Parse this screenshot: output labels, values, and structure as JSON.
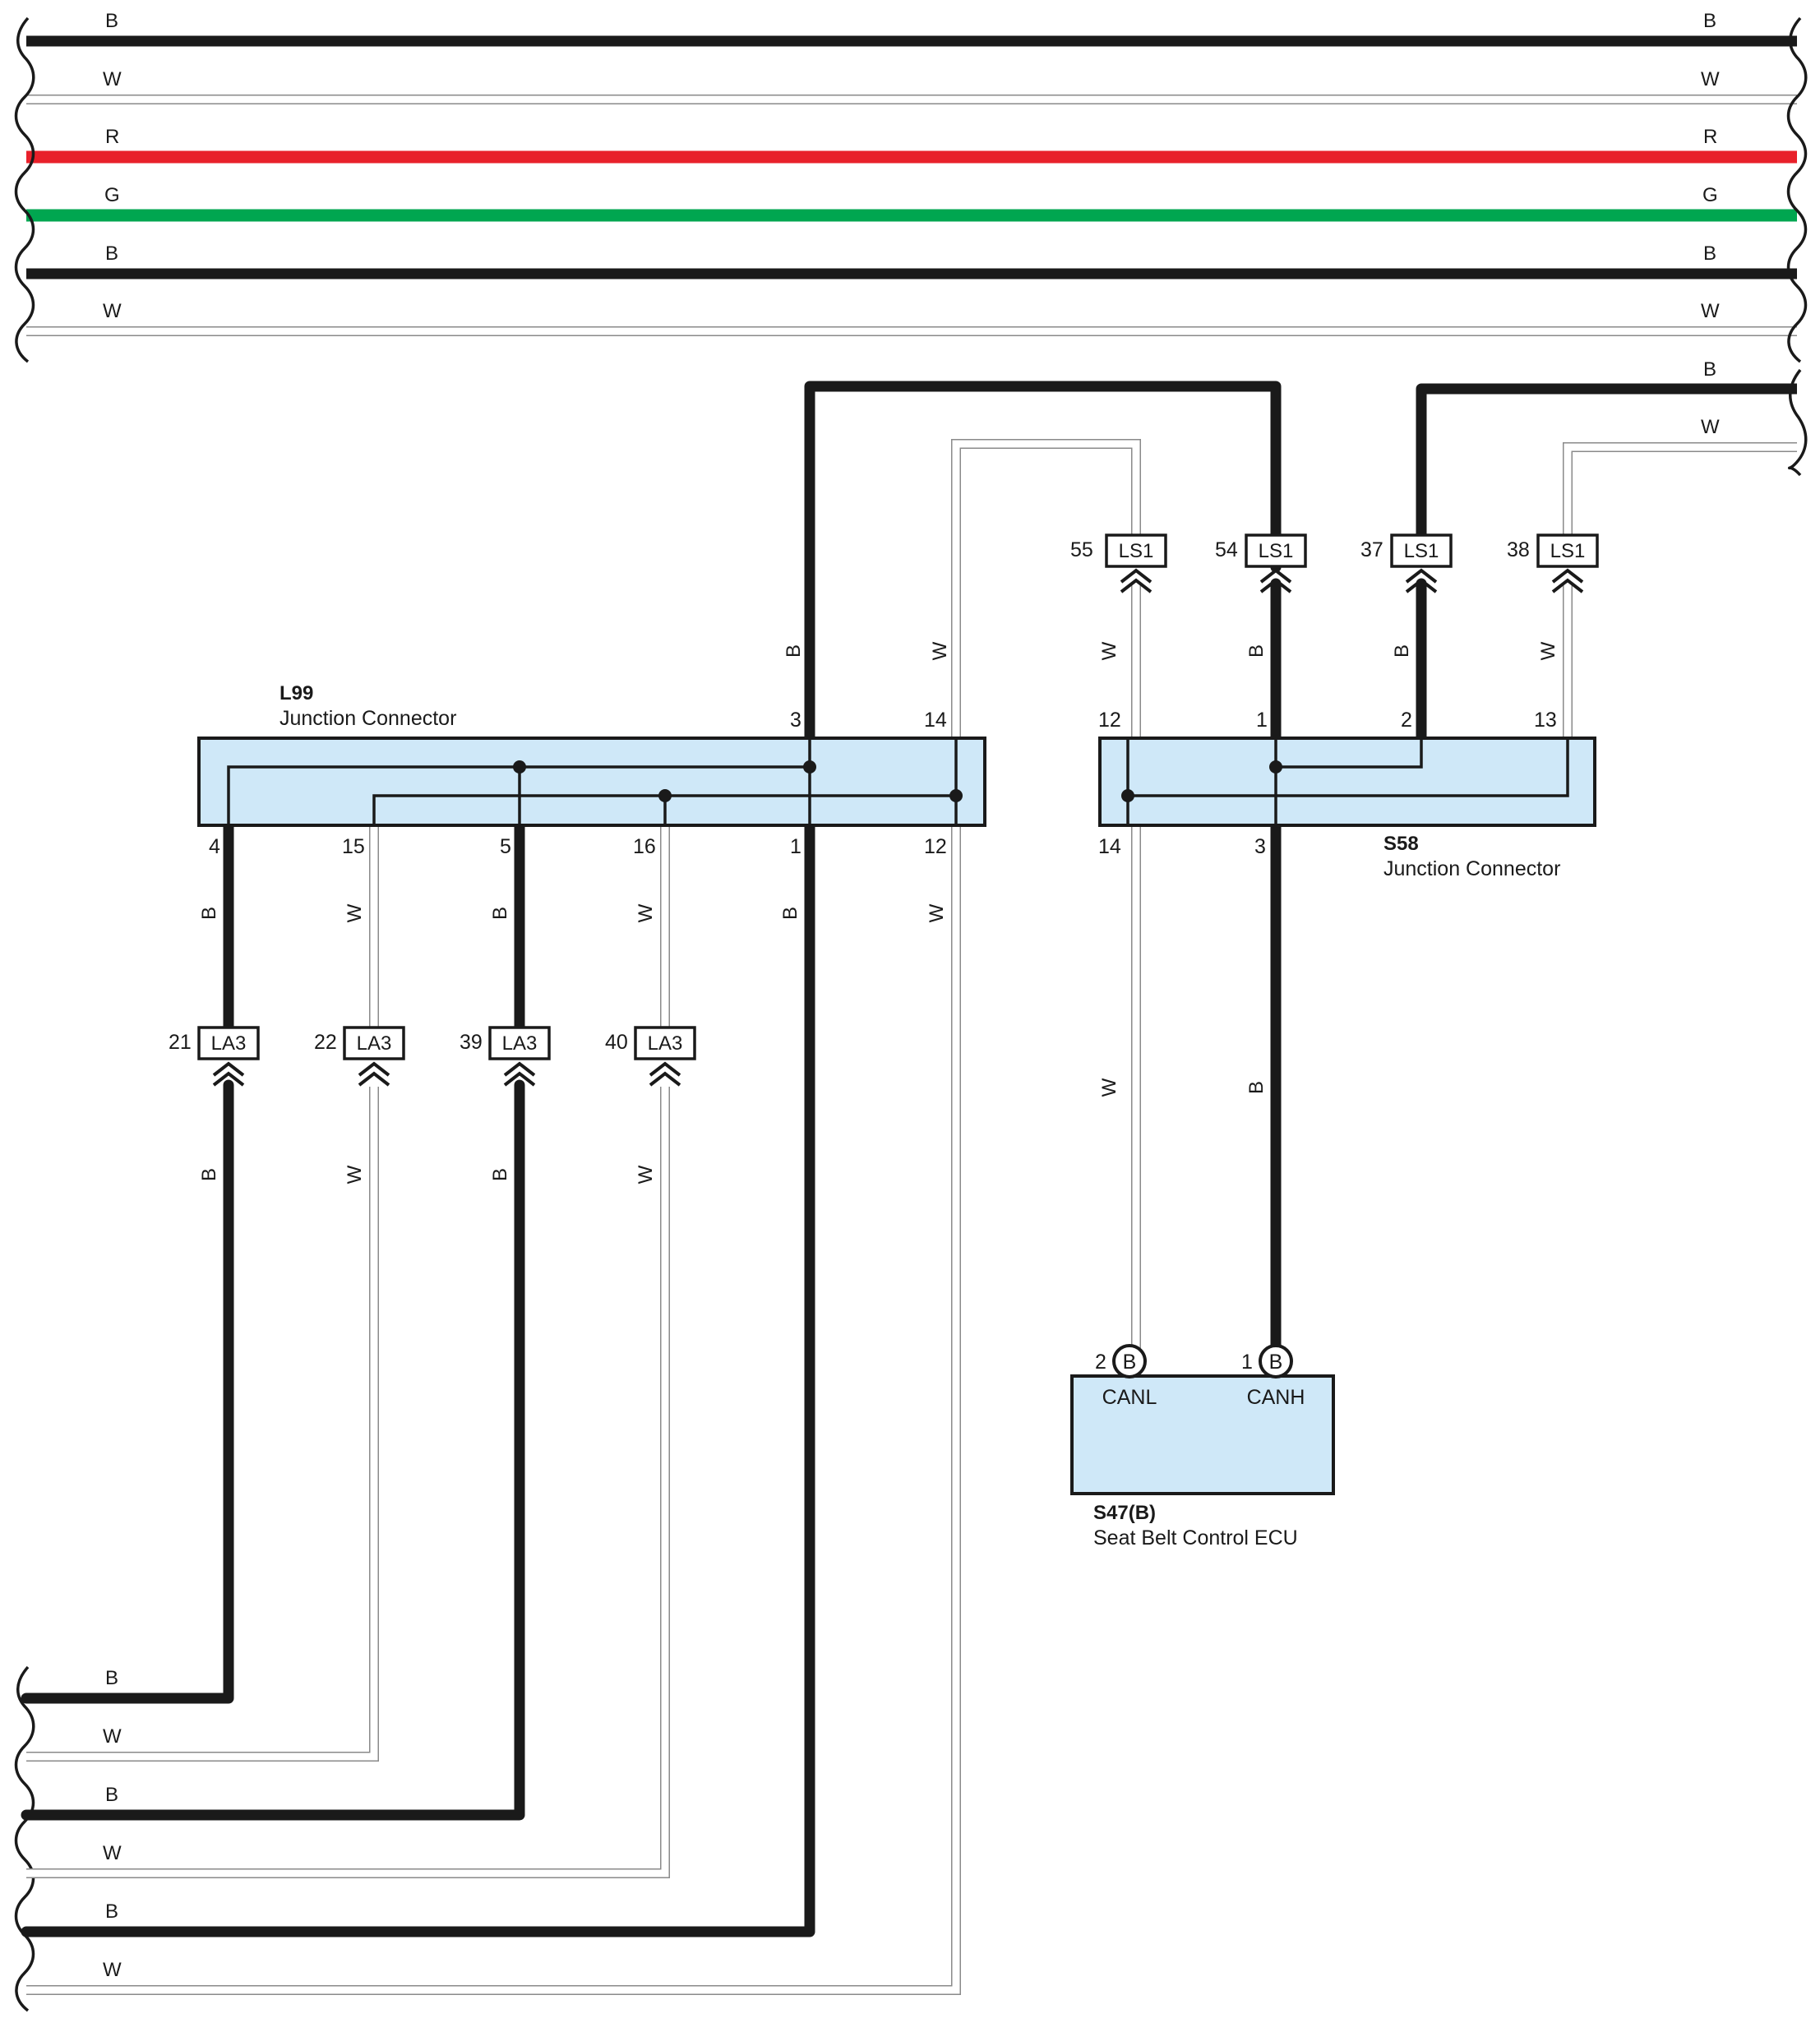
{
  "bus_lines": [
    {
      "color_code": "B",
      "color": "#1a1a1a"
    },
    {
      "color_code": "W",
      "color": "#ffffff"
    },
    {
      "color_code": "R",
      "color": "#e8202a"
    },
    {
      "color_code": "G",
      "color": "#00a650"
    },
    {
      "color_code": "B",
      "color": "#1a1a1a"
    },
    {
      "color_code": "W",
      "color": "#ffffff"
    }
  ],
  "right_feed": {
    "b_label": "B",
    "w_label": "W"
  },
  "l99": {
    "title": "L99",
    "subtitle": "Junction Connector",
    "top_pins": [
      "3",
      "14"
    ],
    "top_wire_labels": [
      "B",
      "W"
    ],
    "bottom_pins": [
      "4",
      "15",
      "5",
      "16",
      "1",
      "12"
    ],
    "bottom_wire_labels": [
      "B",
      "W",
      "B",
      "W",
      "B",
      "W"
    ]
  },
  "s58": {
    "title": "S58",
    "subtitle": "Junction Connector",
    "top_pins": [
      "12",
      "1",
      "2",
      "13"
    ],
    "top_wire_labels": [
      "W",
      "B",
      "B",
      "W"
    ],
    "bottom_pins": [
      "14",
      "3"
    ],
    "bottom_wire_labels": [
      "W",
      "B"
    ]
  },
  "ls1_connectors": [
    {
      "pin": "55",
      "name": "LS1"
    },
    {
      "pin": "54",
      "name": "LS1"
    },
    {
      "pin": "37",
      "name": "LS1"
    },
    {
      "pin": "38",
      "name": "LS1"
    }
  ],
  "la3_connectors": [
    {
      "pin": "21",
      "name": "LA3",
      "wire_label": "B"
    },
    {
      "pin": "22",
      "name": "LA3",
      "wire_label": "W"
    },
    {
      "pin": "39",
      "name": "LA3",
      "wire_label": "B"
    },
    {
      "pin": "40",
      "name": "LA3",
      "wire_label": "W"
    }
  ],
  "ecu": {
    "title": "S47(B)",
    "subtitle": "Seat Belt Control ECU",
    "pins": [
      {
        "pin": "2",
        "letter": "B",
        "signal": "CANL"
      },
      {
        "pin": "1",
        "letter": "B",
        "signal": "CANH"
      }
    ],
    "wire_labels": [
      "W",
      "B"
    ]
  },
  "bottom_left_labels": [
    "B",
    "W",
    "B",
    "W",
    "B",
    "W"
  ]
}
